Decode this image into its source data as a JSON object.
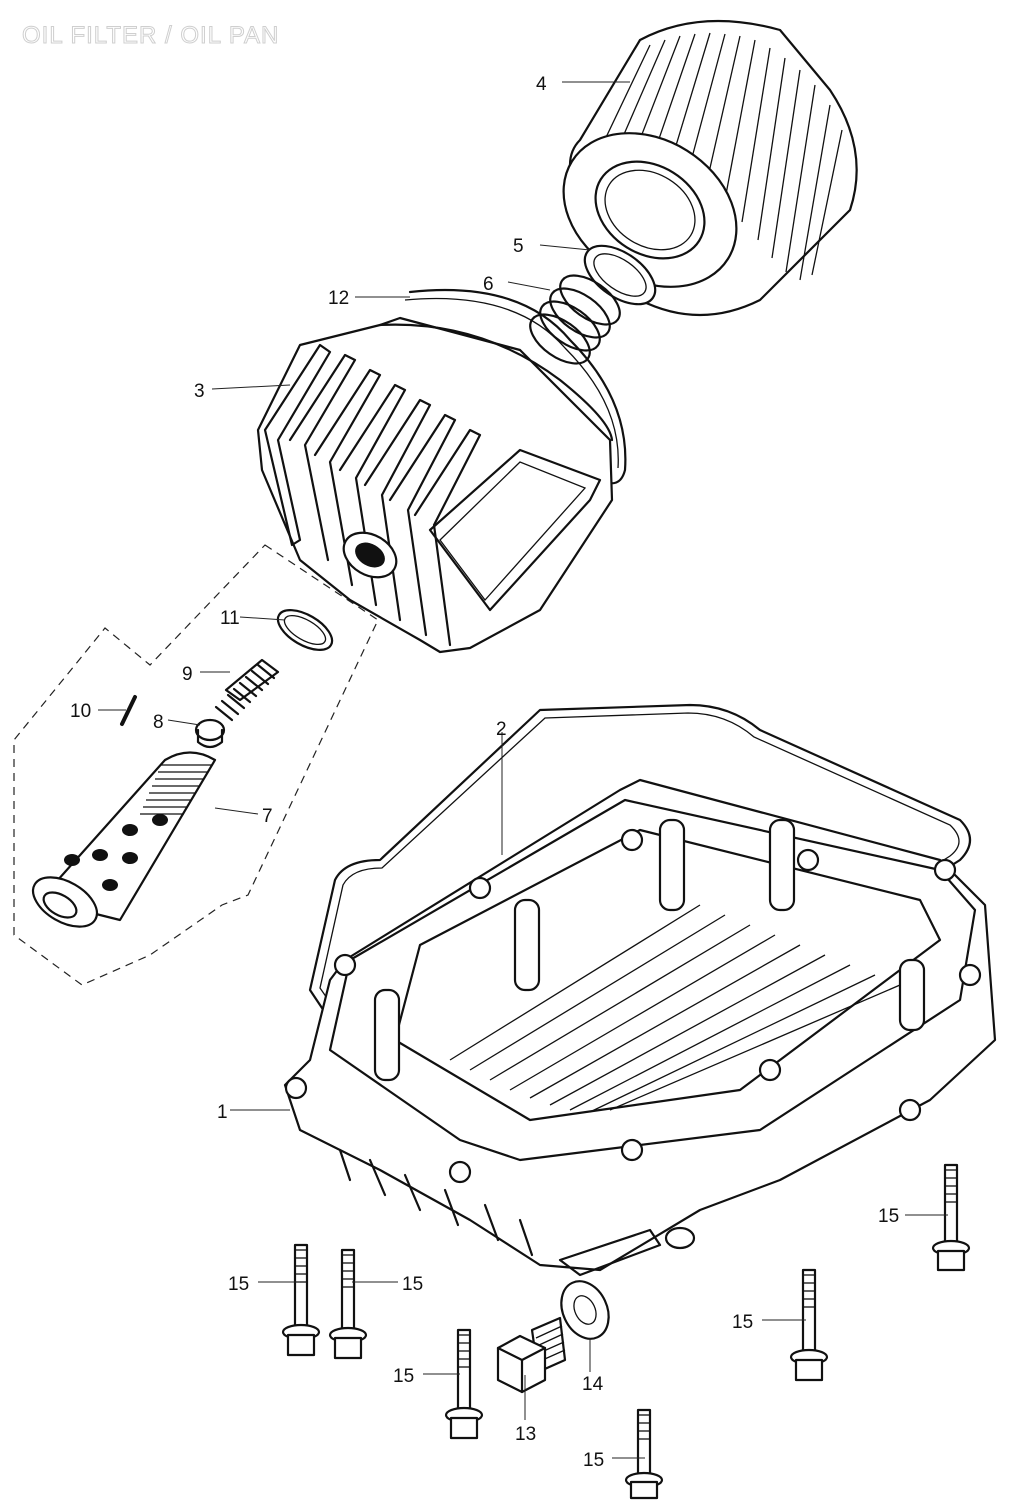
{
  "diagram": {
    "title": "OIL FILTER / OIL PAN",
    "callouts": [
      "1",
      "2",
      "3",
      "4",
      "5",
      "6",
      "7",
      "8",
      "9",
      "10",
      "11",
      "12",
      "13",
      "14",
      "15"
    ]
  }
}
